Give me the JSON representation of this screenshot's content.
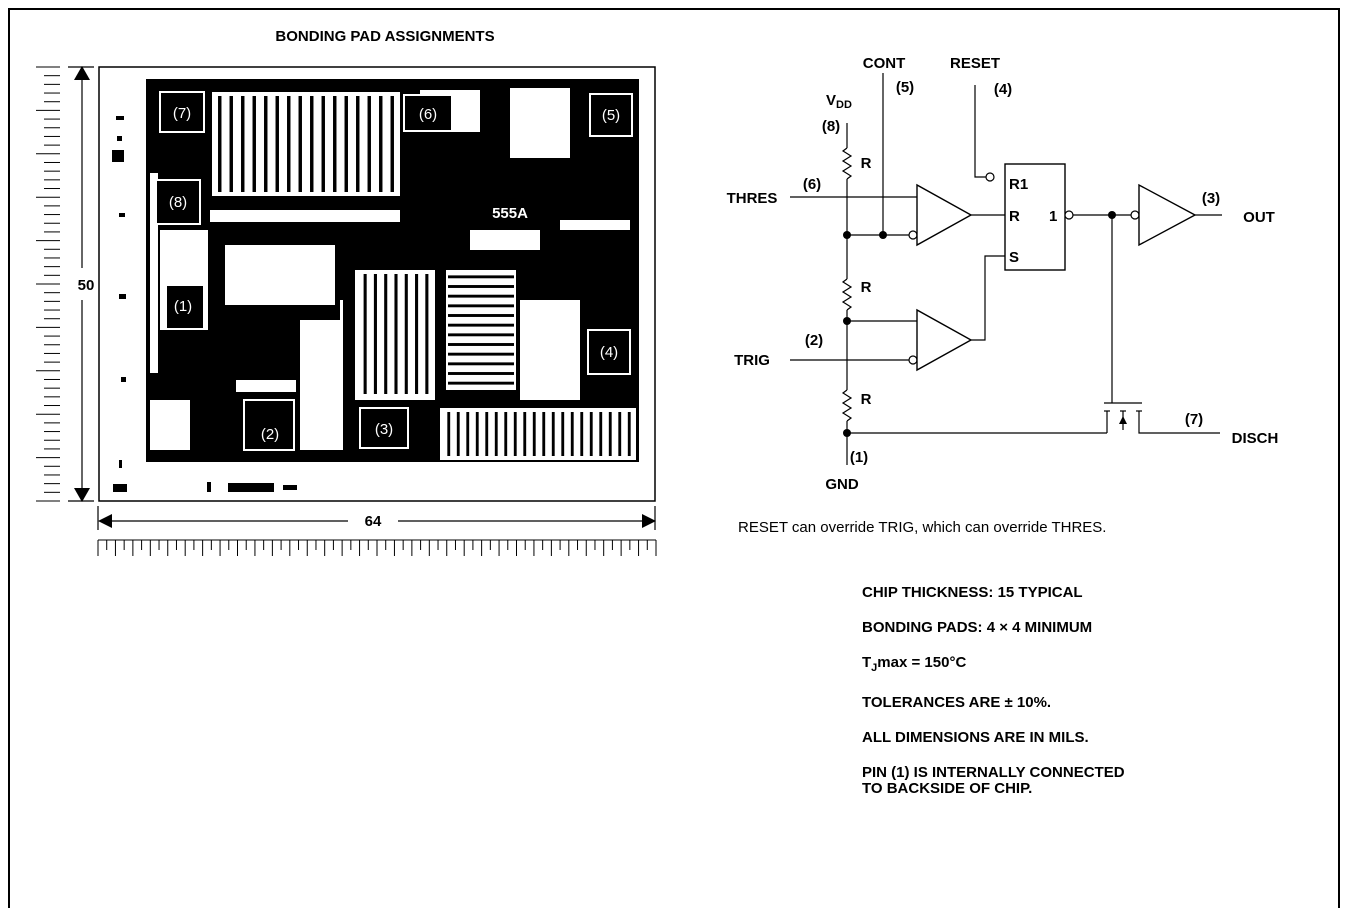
{
  "die": {
    "title": "BONDING PAD ASSIGNMENTS",
    "height_label": "50",
    "width_label": "64",
    "chip_marking": "555A",
    "pads": [
      "(7)",
      "(6)",
      "(5)",
      "(8)",
      "(1)",
      "(4)",
      "(2)",
      "(3)"
    ]
  },
  "schematic": {
    "vdd_main": "V",
    "vdd_sub": "DD",
    "vdd_pin": "(8)",
    "cont_label": "CONT",
    "cont_pin": "(5)",
    "reset_label": "RESET",
    "reset_pin": "(4)",
    "thres_label": "THRES",
    "thres_pin": "(6)",
    "trig_label": "TRIG",
    "trig_pin": "(2)",
    "gnd_label": "GND",
    "gnd_pin": "(1)",
    "out_label": "OUT",
    "out_pin": "(3)",
    "disch_label": "DISCH",
    "disch_pin": "(7)",
    "resistor_label": "R",
    "ff_r1": "R1",
    "ff_r": "R",
    "ff_s": "S",
    "ff_q": "1"
  },
  "caption": "RESET can override TRIG, which can override THRES.",
  "notes": [
    "CHIP THICKNESS: 15 TYPICAL",
    "BONDING PADS: 4 × 4 MINIMUM",
    "TJmax = 150°C",
    "TOLERANCES ARE ± 10%.",
    "ALL DIMENSIONS ARE IN MILS.",
    "PIN (1) IS INTERNALLY CONNECTED\nTO BACKSIDE OF CHIP."
  ],
  "note_tj": {
    "main": "T",
    "sub": "J",
    "rest": "max = 150°C"
  }
}
